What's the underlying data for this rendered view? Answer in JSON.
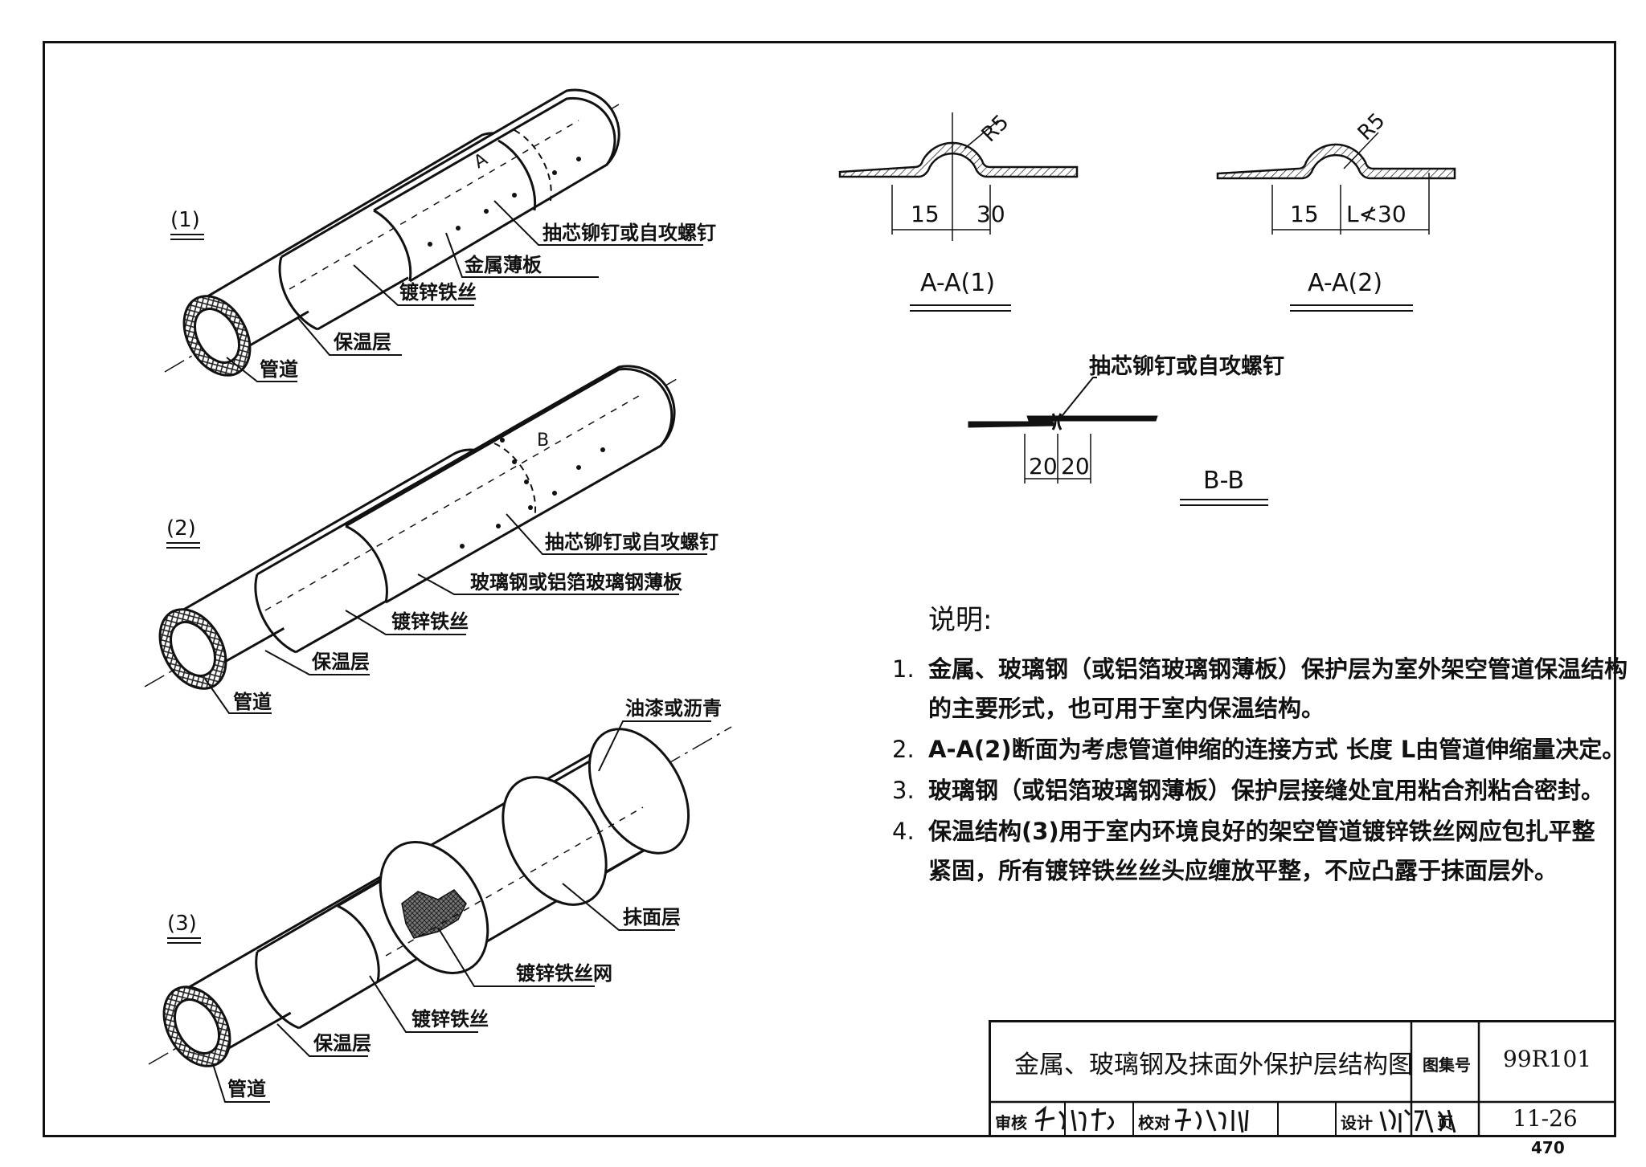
{
  "fig1": {
    "index": "(1)",
    "labels": {
      "rivet": "抽芯铆钉或自攻螺钉",
      "sheet": "金属薄板",
      "wire": "镀锌铁丝",
      "insulation": "保温层",
      "pipe": "管道"
    },
    "section_mark": "A"
  },
  "fig2": {
    "index": "(2)",
    "labels": {
      "rivet": "抽芯铆钉或自攻螺钉",
      "sheet": "玻璃钢或铝箔玻璃钢薄板",
      "wire": "镀锌铁丝",
      "insulation": "保温层",
      "pipe": "管道"
    },
    "section_mark": "B"
  },
  "fig3": {
    "index": "(3)",
    "labels": {
      "paint": "油漆或沥青",
      "plaster": "抹面层",
      "mesh": "镀锌铁丝网",
      "wire": "镀锌铁丝",
      "insulation": "保温层",
      "pipe": "管道"
    }
  },
  "sectionA1": {
    "radius": "R5",
    "dim1": "15",
    "dim2": "30",
    "title": "A-A(1)"
  },
  "sectionA2": {
    "radius": "R5",
    "dim1": "15",
    "dim2": "L≮30",
    "title": "A-A(2)"
  },
  "sectionB": {
    "label": "抽芯铆钉或自攻螺钉",
    "dim1": "20",
    "dim2": "20",
    "title": "B-B"
  },
  "notes": {
    "heading": "说明:",
    "items": [
      {
        "num": "1.",
        "lines": [
          "金属、玻璃钢（或铝箔玻璃钢薄板）保护层为室外架空管道保温结构",
          "的主要形式，也可用于室内保温结构。"
        ]
      },
      {
        "num": "2.",
        "lines": [
          "A-A(2)断面为考虑管道伸缩的连接方式 长度 L由管道伸缩量决定。"
        ]
      },
      {
        "num": "3.",
        "lines": [
          "玻璃钢（或铝箔玻璃钢薄板）保护层接缝处宜用粘合剂粘合密封。"
        ]
      },
      {
        "num": "4.",
        "lines": [
          "保温结构(3)用于室内环境良好的架空管道镀锌铁丝网应包扎平整",
          "紧固，所有镀锌铁丝丝头应缠放平整，不应凸露于抹面层外。"
        ]
      }
    ]
  },
  "title_block": {
    "title": "金属、玻璃钢及抹面外保护层结构图",
    "atlas_label": "图集号",
    "atlas_no": "99R101",
    "review_label": "审核",
    "check_label": "校对",
    "design_label": "设计",
    "page_label": "页",
    "page_no": "11-26"
  },
  "sheet_number": "470"
}
